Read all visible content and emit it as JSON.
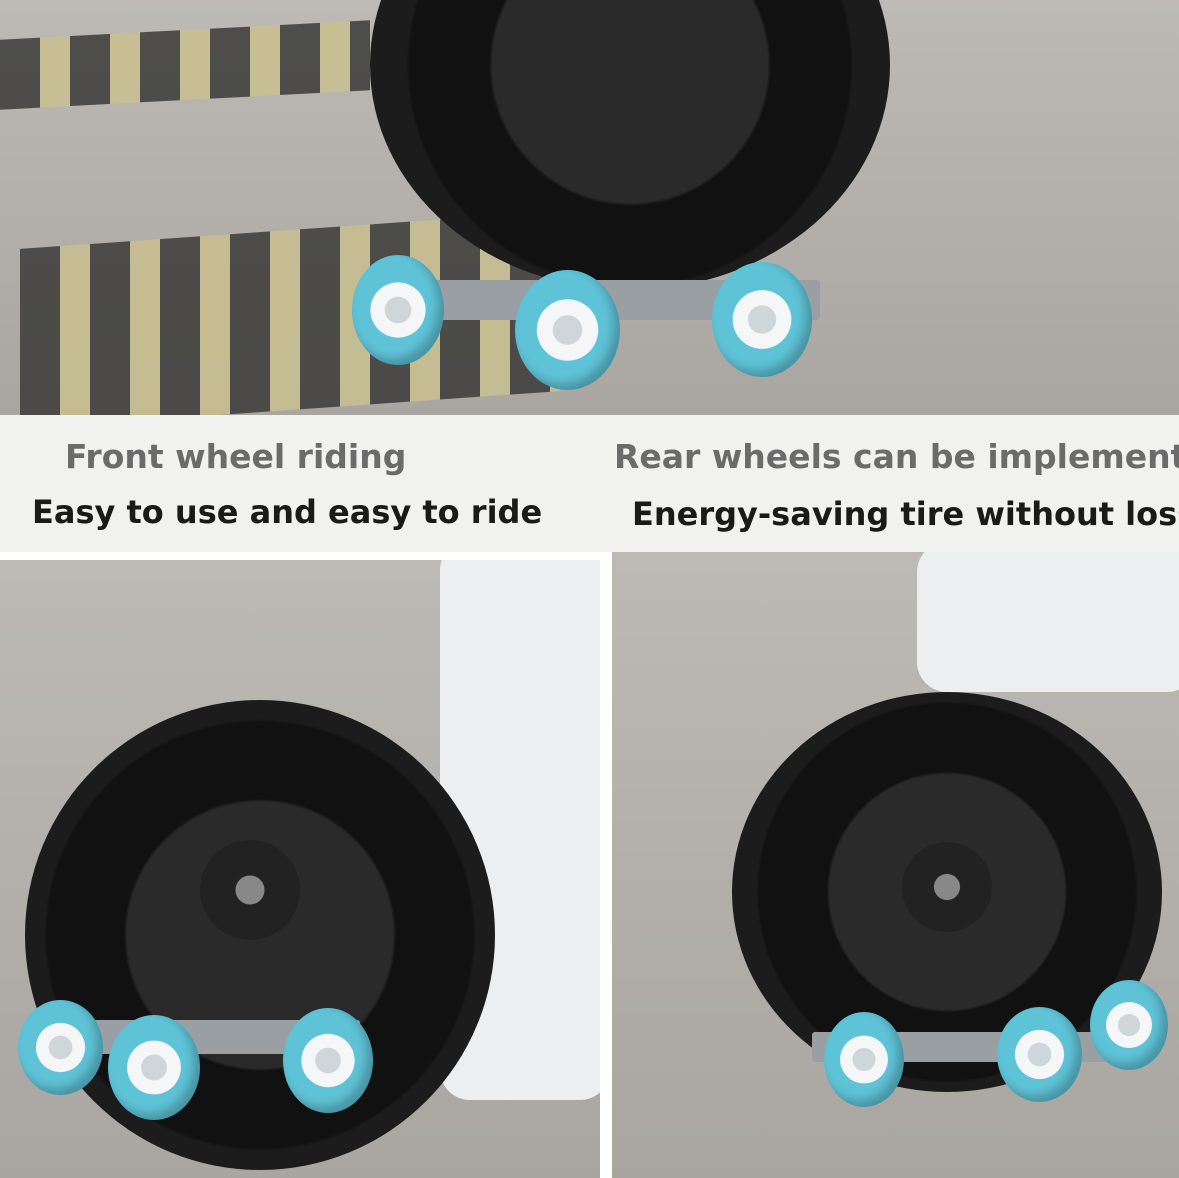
{
  "captions": {
    "left_title": "Front wheel riding",
    "left_subtitle": "Easy to use and easy to ride",
    "right_title": "Rear wheels can be implemented",
    "right_subtitle": "Energy-saving tire without loss"
  },
  "colors": {
    "wheel_blue": "#5fc3d7",
    "caption_gray": "#6b6b6b",
    "caption_dark": "#1a1a1a",
    "band_bg": "#f1f1f0"
  }
}
